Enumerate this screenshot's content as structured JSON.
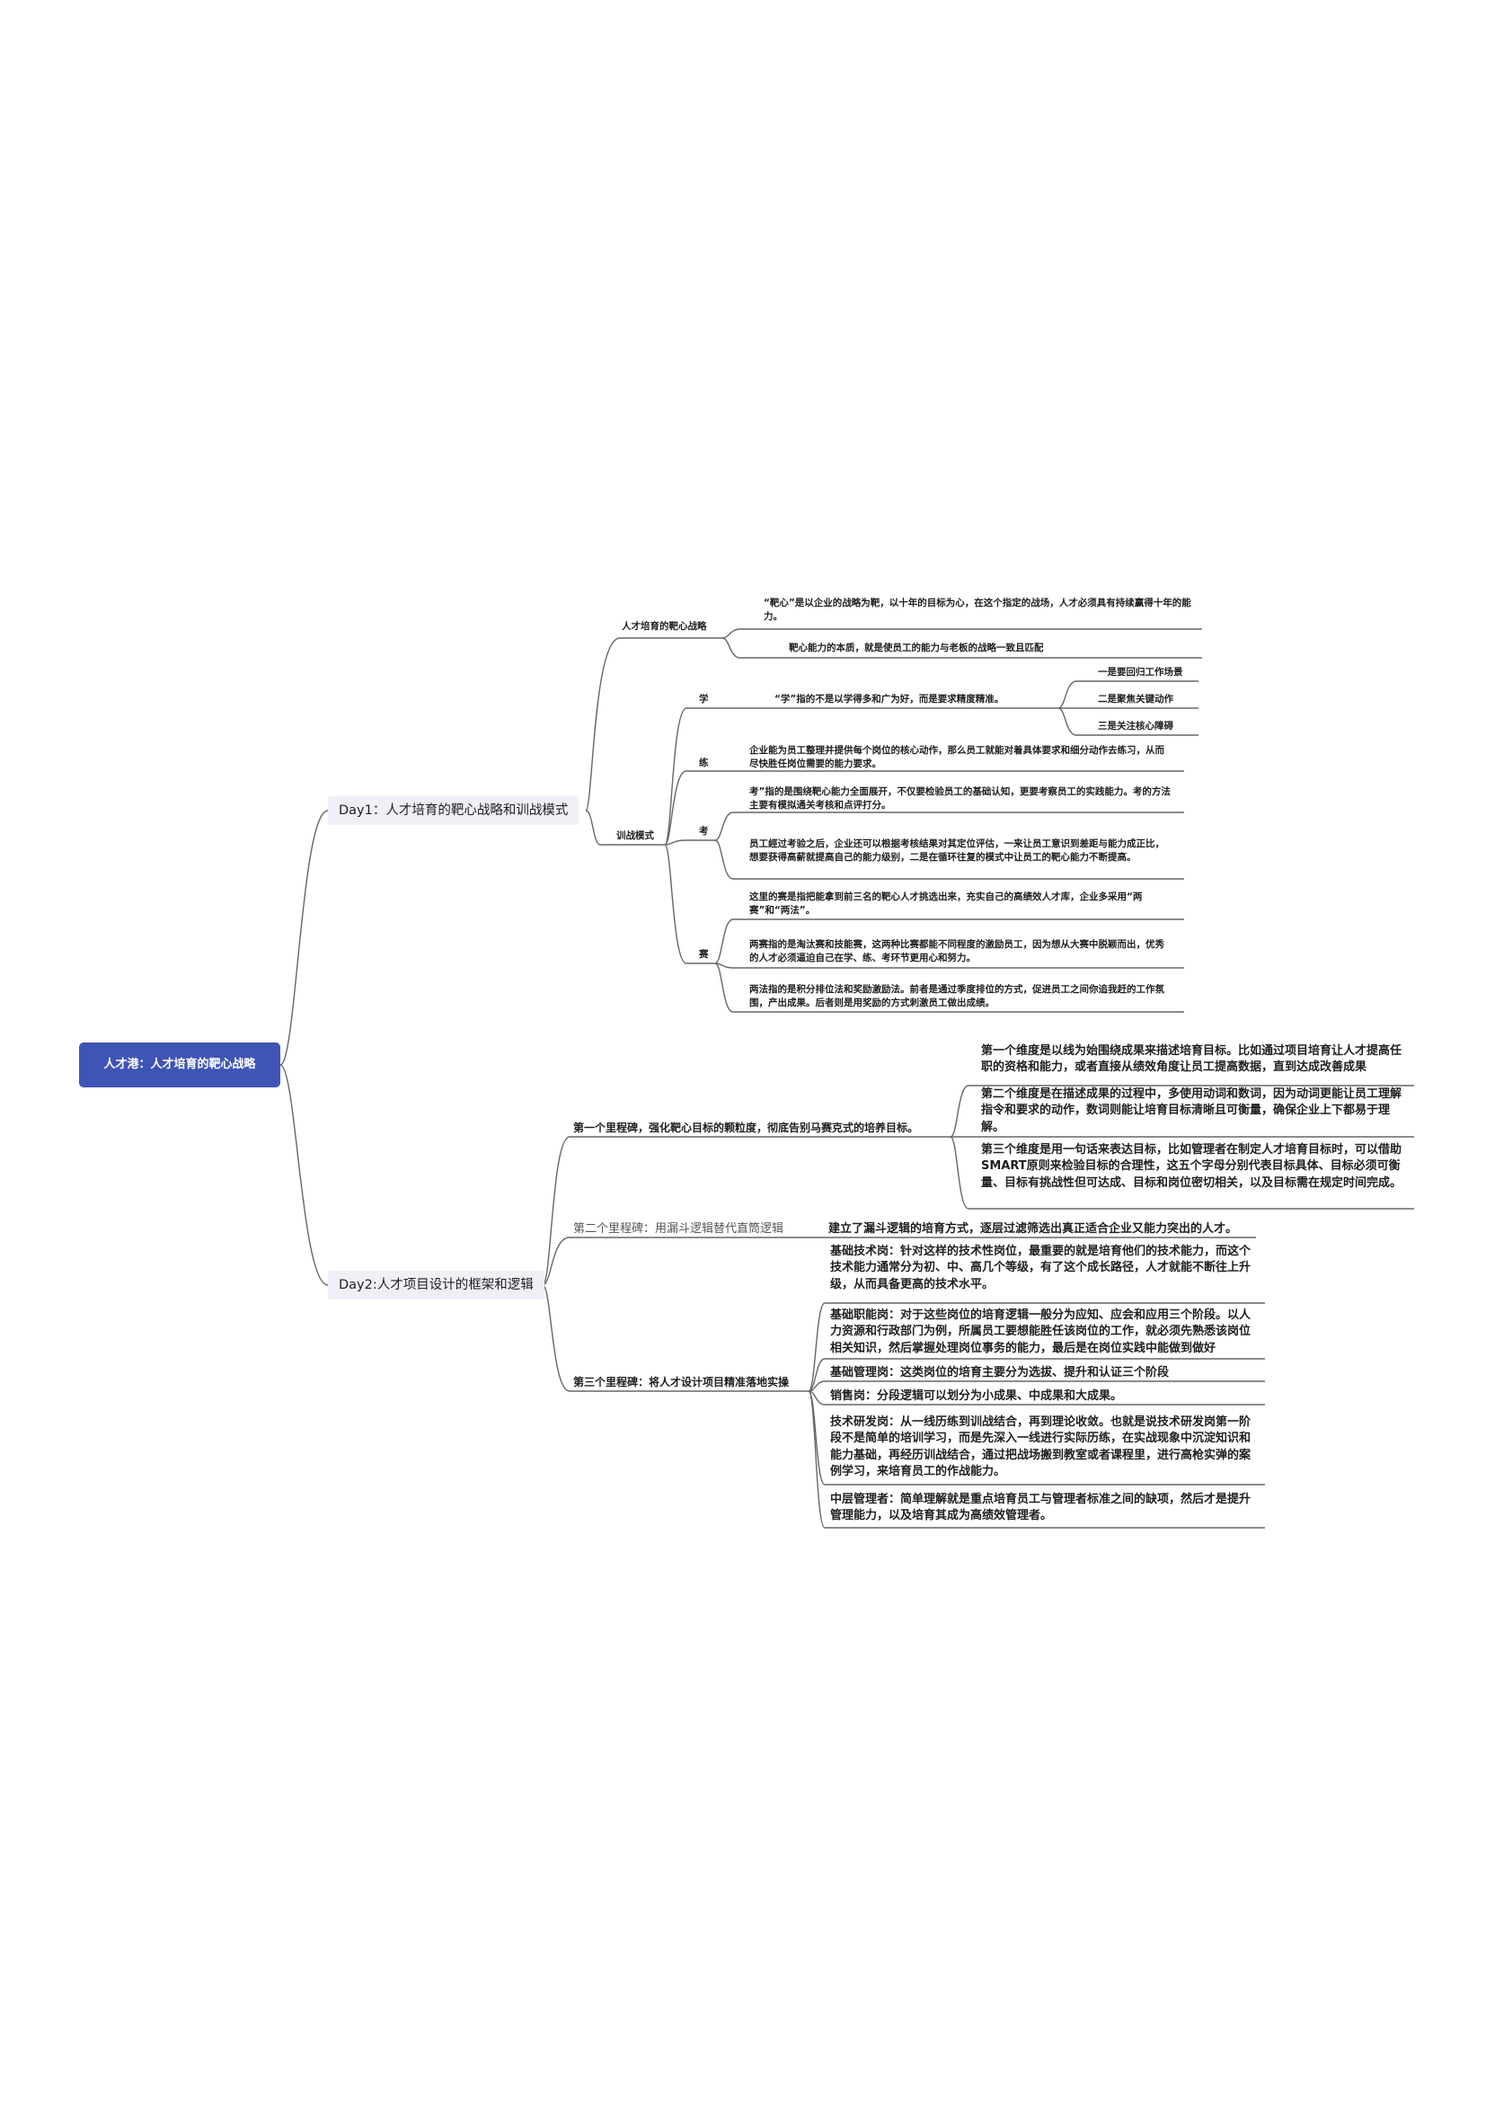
{
  "root": "人才港：人才培育的靶心战略",
  "day1": {
    "title": "Day1：人才培育的靶心战略和训战模式",
    "strategy": {
      "title": "人才培育的靶心战略",
      "items": [
        "“靶心”是以企业的战略为靶，以十年的目标为心，在这个指定的战场，人才必须具有持续赢得十年的能力。",
        "靶心能力的本质，就是使员工的能力与老板的战略一致且匹配"
      ]
    },
    "training": {
      "title": "训战模式",
      "xue": {
        "label": "学",
        "text": "“学”指的不是以学得多和广为好，而是要求精度精准。",
        "points": [
          "一是要回归工作场景",
          "二是聚焦关键动作",
          "三是关注核心障碍"
        ]
      },
      "lian": {
        "label": "练",
        "text": "企业能为员工整理并提供每个岗位的核心动作，那么员工就能对着具体要求和细分动作去练习，从而尽快胜任岗位需要的能力要求。"
      },
      "kao": {
        "label": "考",
        "items": [
          "考”指的是围绕靶心能力全面展开，不仅要检验员工的基础认知，更要考察员工的实践能力。考的方法主要有模拟通关考核和点评打分。",
          "员工經过考验之后，企业还可以根据考核结果对其定位评估，一来让员工意识到差距与能力成正比，想要获得高薪就提高自己的能力级别，二是在循环往复的模式中让员工的靶心能力不断提高。"
        ]
      },
      "sai": {
        "label": "赛",
        "items": [
          "这里的赛是指把能拿到前三名的靶心人才挑选出来，充实自己的高绩效人才库，企业多采用“两赛”和“两法”。",
          "两赛指的是淘汰赛和技能赛，这两种比赛都能不同程度的激励员工，因为想从大赛中脱颖而出，优秀的人才必须逼迫自己在学、练、考环节更用心和努力。",
          "两法指的是积分排位法和奖励激励法。前者是通过季度排位的方式，促进员工之间你追我赶的工作氛围，产出成果。后者则是用奖励的方式刺激员工做出成绩。"
        ]
      }
    }
  },
  "day2": {
    "title": "Day2:人才项目设计的框架和逻辑",
    "m1": {
      "title": "第一个里程碑，强化靶心目标的颗粒度，彻底告别马赛克式的培养目标。",
      "items": [
        "第一个维度是以线为始围绕成果来描述培育目标。比如通过项目培育让人才提高任职的资格和能力，或者直接从绩效角度让员工提高数据，直到达成改善成果",
        "第二个维度是在描述成果的过程中，多使用动词和数词，因为动词更能让员工理解指令和要求的动作，数词则能让培育目标清晰且可衡量，确保企业上下都易于理解。",
        "第三个维度是用一句话来表达目标，比如管理者在制定人才培育目标时，可以借助SMART原则来检验目标的合理性，这五个字母分别代表目标具体、目标必须可衡量、目标有挑战性但可达成、目标和岗位密切相关，以及目标需在规定时间完成。"
      ]
    },
    "m2": {
      "title": "第二个里程碑：用漏斗逻辑替代直筒逻辑",
      "text": "建立了漏斗逻辑的培育方式，逐层过滤筛选出真正适合企业又能力突出的人才。"
    },
    "m3": {
      "title": "第三个里程碑：将人才设计项目精准落地实操",
      "items": [
        "基础技术岗：针对这样的技术性岗位，最重要的就是培育他们的技术能力，而这个技术能力通常分为初、中、高几个等级，有了这个成长路径，人才就能不断往上升级，从而具备更高的技术水平。",
        "基础职能岗：对于这些岗位的培育逻辑一般分为应知、应会和应用三个阶段。以人力资源和行政部门为例，所属员工要想能胜任该岗位的工作，就必须先熟悉该岗位相关知识，然后掌握处理岗位事务的能力，最后是在岗位实践中能做到做好",
        "基础管理岗：这类岗位的培育主要分为选拔、提升和认证三个阶段",
        "销售岗：分段逻辑可以划分为小成果、中成果和大成果。",
        "技术研发岗：从一线历练到训战结合，再到理论收敛。也就是说技术研发岗第一阶段不是简单的培训学习，而是先深入一线进行实际历练，在实战现象中沉淀知识和能力基础，再经历训战结合，通过把战场搬到教室或者课程里，进行高枪实弹的案例学习，来培育员工的作战能力。",
        "中层管理者：简单理解就是重点培育员工与管理者标准之间的缺项，然后才是提升管理能力，以及培育其成为高绩效管理者。"
      ]
    }
  }
}
